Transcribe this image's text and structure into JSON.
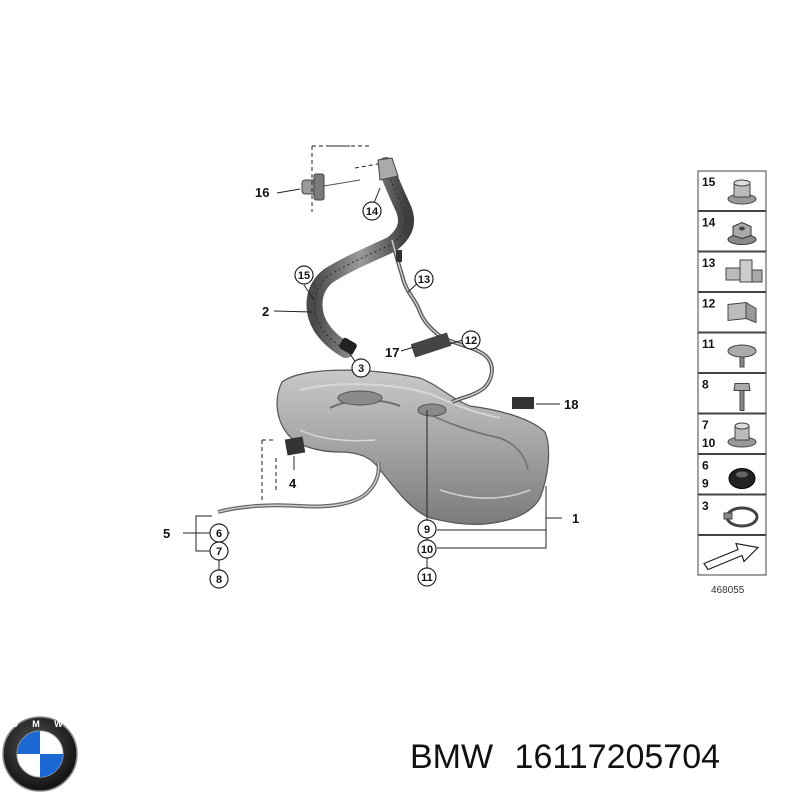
{
  "diagram": {
    "callouts": {
      "c1": "1",
      "c2": "2",
      "c3": "3",
      "c4": "4",
      "c5": "5",
      "c6": "6",
      "c7": "7",
      "c8": "8",
      "c9": "9",
      "c10": "10",
      "c11": "11",
      "c12": "12",
      "c13": "13",
      "c14": "14",
      "c15": "15",
      "c16": "16",
      "c17": "17",
      "c18": "18"
    },
    "parts_panel": [
      {
        "labels": [
          "15"
        ],
        "icon": "collar-nut-icon"
      },
      {
        "labels": [
          "14"
        ],
        "icon": "hex-nut-icon"
      },
      {
        "labels": [
          "13"
        ],
        "icon": "cable-clip-icon"
      },
      {
        "labels": [
          "12"
        ],
        "icon": "holder-clip-icon"
      },
      {
        "labels": [
          "11"
        ],
        "icon": "expanding-rivet-icon"
      },
      {
        "labels": [
          "8"
        ],
        "icon": "bolt-icon"
      },
      {
        "labels": [
          "7",
          "10"
        ],
        "icon": "flange-nut-icon"
      },
      {
        "labels": [
          "6",
          "9"
        ],
        "icon": "rubber-grommet-icon"
      },
      {
        "labels": [
          "3"
        ],
        "icon": "hose-clamp-icon"
      },
      {
        "labels": [],
        "icon": "direction-arrow-icon"
      }
    ],
    "diagram_number": "468055"
  },
  "logo": {
    "text": "BMW",
    "colors": {
      "blue": "#1c69d4",
      "ring": "#1a1a1a",
      "white": "#ffffff"
    }
  },
  "footer": {
    "brand": "BMW",
    "part_number": "16117205704"
  }
}
